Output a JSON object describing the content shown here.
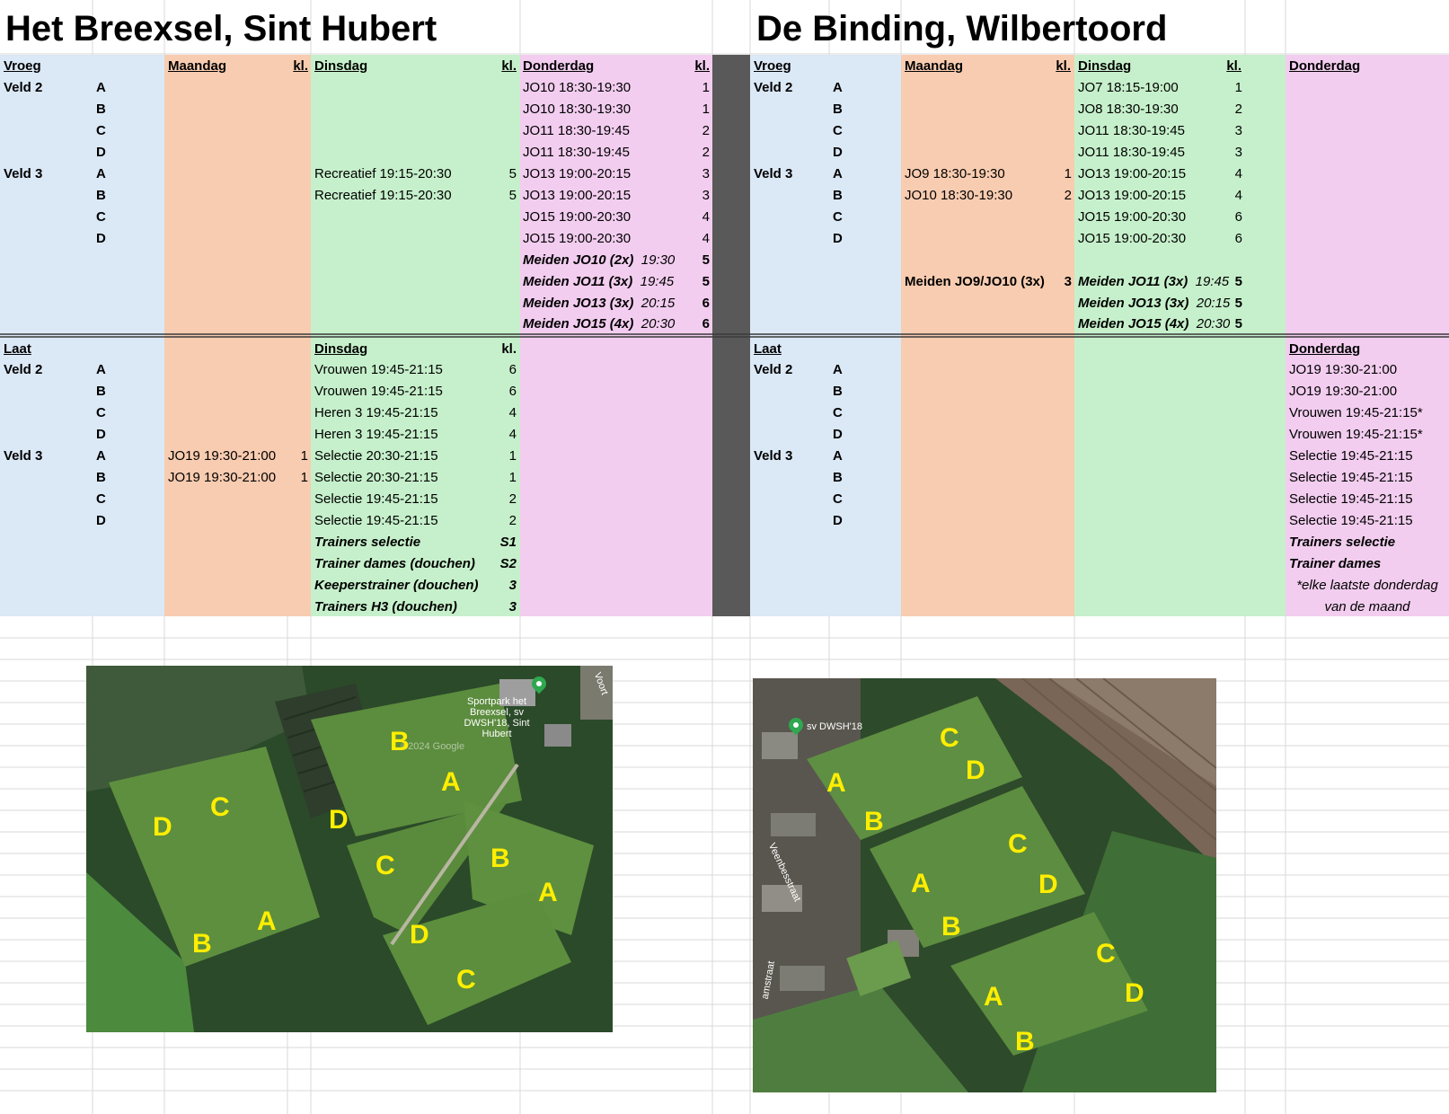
{
  "colors": {
    "blue": "#dbe8f6",
    "orange": "#f8ccb0",
    "green": "#c6f0cb",
    "pink": "#f2cdef",
    "divider": "#595959",
    "label_yellow": "#ffee00"
  },
  "breexsel": {
    "title": "Het Breexsel, Sint Hubert",
    "vroeg": "Vroeg",
    "laat": "Laat",
    "veld2": "Veld 2",
    "veld3": "Veld 3",
    "letters": [
      "A",
      "B",
      "C",
      "D"
    ],
    "maandag": "Maandag",
    "dinsdag": "Dinsdag",
    "donderdag": "Donderdag",
    "kl": "kl.",
    "early_dinsdag": [
      {
        "t": "Recreatief 19:15-20:30",
        "k": "5"
      },
      {
        "t": "Recreatief 19:15-20:30",
        "k": "5"
      }
    ],
    "early_donderdag": [
      {
        "t": "JO10 18:30-19:30",
        "k": "1"
      },
      {
        "t": "JO10 18:30-19:30",
        "k": "1"
      },
      {
        "t": "JO11 18:30-19:45",
        "k": "2"
      },
      {
        "t": "JO11 18:30-19:45",
        "k": "2"
      },
      {
        "t": "JO13 19:00-20:15",
        "k": "3"
      },
      {
        "t": "JO13 19:00-20:15",
        "k": "3"
      },
      {
        "t": "JO15 19:00-20:30",
        "k": "4"
      },
      {
        "t": "JO15 19:00-20:30",
        "k": "4"
      }
    ],
    "meiden": [
      {
        "n": "Meiden JO10 (2x)",
        "tm": "19:30",
        "k": "5"
      },
      {
        "n": "Meiden JO11 (3x)",
        "tm": "19:45",
        "k": "5"
      },
      {
        "n": "Meiden JO13 (3x)",
        "tm": "20:15",
        "k": "6"
      },
      {
        "n": "Meiden JO15 (4x)",
        "tm": "20:30",
        "k": "6"
      }
    ],
    "late_maandag": [
      {
        "t": "JO19 19:30-21:00",
        "k": "1"
      },
      {
        "t": "JO19 19:30-21:00",
        "k": "1"
      }
    ],
    "late_dinsdag": [
      {
        "t": "Vrouwen 19:45-21:15",
        "k": "6"
      },
      {
        "t": "Vrouwen 19:45-21:15",
        "k": "6"
      },
      {
        "t": "Heren 3 19:45-21:15",
        "k": "4"
      },
      {
        "t": "Heren 3 19:45-21:15",
        "k": "4"
      },
      {
        "t": "Selectie 20:30-21:15",
        "k": "1"
      },
      {
        "t": "Selectie 20:30-21:15",
        "k": "1"
      },
      {
        "t": "Selectie 19:45-21:15",
        "k": "2"
      },
      {
        "t": "Selectie 19:45-21:15",
        "k": "2"
      }
    ],
    "trainers": [
      {
        "t": "Trainers selectie",
        "k": "S1"
      },
      {
        "t": "Trainer dames (douchen)",
        "k": "S2"
      },
      {
        "t": "Keeperstrainer (douchen)",
        "k": "3"
      },
      {
        "t": "Trainers H3 (douchen)",
        "k": "3"
      }
    ],
    "map": {
      "place_label": "Sportpark het Breexsel, sv DWSH'18, Sint Hubert",
      "road": "Voort",
      "watermark": "©2024 Google",
      "field_labels": [
        "B",
        "A",
        "D",
        "C",
        "D",
        "C",
        "B",
        "A",
        "B",
        "A",
        "D",
        "C"
      ]
    }
  },
  "binding": {
    "title": "De Binding, Wilbertoord",
    "vroeg": "Vroeg",
    "laat": "Laat",
    "veld2": "Veld 2",
    "veld3": "Veld 3",
    "letters": [
      "A",
      "B",
      "C",
      "D"
    ],
    "maandag": "Maandag",
    "dinsdag": "Dinsdag",
    "donderdag": "Donderdag",
    "kl": "kl.",
    "early_maandag": [
      {
        "t": "JO9 18:30-19:30",
        "k": "1"
      },
      {
        "t": "JO10 18:30-19:30",
        "k": "2"
      }
    ],
    "meiden_maandag": {
      "t": "Meiden JO9/JO10 (3x)",
      "k": "3"
    },
    "early_dinsdag": [
      {
        "t": "JO7 18:15-19:00",
        "k": "1"
      },
      {
        "t": "JO8 18:30-19:30",
        "k": "2"
      },
      {
        "t": "JO11 18:30-19:45",
        "k": "3"
      },
      {
        "t": "JO11 18:30-19:45",
        "k": "3"
      },
      {
        "t": "JO13 19:00-20:15",
        "k": "4"
      },
      {
        "t": "JO13 19:00-20:15",
        "k": "4"
      },
      {
        "t": "JO15 19:00-20:30",
        "k": "6"
      },
      {
        "t": "JO15 19:00-20:30",
        "k": "6"
      }
    ],
    "meiden_dinsdag": [
      {
        "n": "Meiden JO11 (3x)",
        "tm": "19:45",
        "k": "5"
      },
      {
        "n": "Meiden JO13 (3x)",
        "tm": "20:15",
        "k": "5"
      },
      {
        "n": "Meiden JO15 (4x)",
        "tm": "20:30",
        "k": "5"
      }
    ],
    "late_donderdag": [
      "JO19 19:30-21:00",
      "JO19 19:30-21:00",
      "Vrouwen 19:45-21:15*",
      "Vrouwen 19:45-21:15*",
      "Selectie 19:45-21:15",
      "Selectie 19:45-21:15",
      "Selectie 19:45-21:15",
      "Selectie 19:45-21:15"
    ],
    "trainers": [
      "Trainers selectie",
      "Trainer dames"
    ],
    "note1": "*elke laatste donderdag",
    "note2": "van de maand",
    "map": {
      "place_label": "sv DWSH'18",
      "street1": "Veenbesstraat",
      "street2": "amstraat",
      "field_labels": [
        "C",
        "D",
        "A",
        "B",
        "C",
        "D",
        "A",
        "B",
        "C",
        "D",
        "A",
        "B"
      ]
    }
  }
}
